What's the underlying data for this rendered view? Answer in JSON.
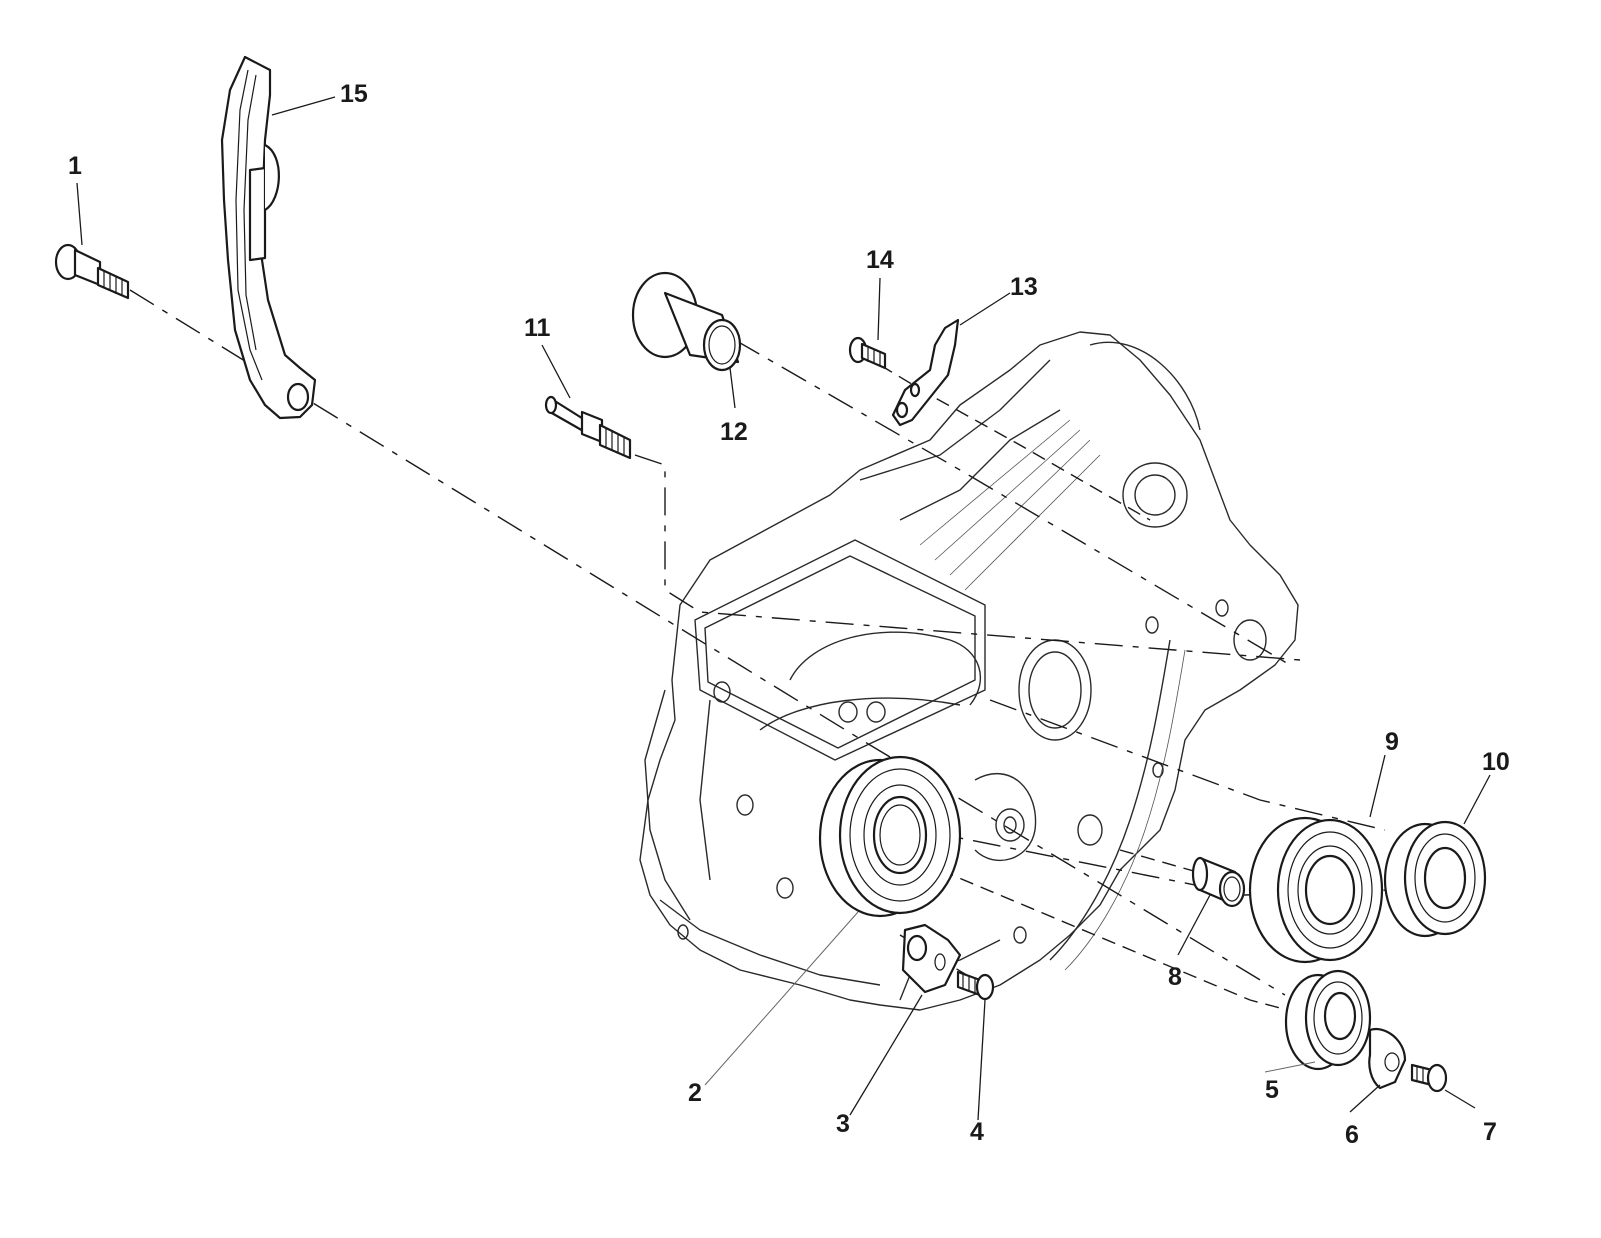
{
  "diagram": {
    "type": "exploded-parts-diagram",
    "subject": "crankcase half with bearings, bushing and chain guide",
    "callouts": [
      {
        "id": "1",
        "label": "1",
        "part": "shoulder-bolt"
      },
      {
        "id": "2",
        "label": "2",
        "part": "main-bearing-large"
      },
      {
        "id": "3",
        "label": "3",
        "part": "retainer-plate"
      },
      {
        "id": "4",
        "label": "4",
        "part": "countersunk-screw"
      },
      {
        "id": "5",
        "label": "5",
        "part": "oil-seal-bearing"
      },
      {
        "id": "6",
        "label": "6",
        "part": "retainer-plate"
      },
      {
        "id": "7",
        "label": "7",
        "part": "countersunk-screw"
      },
      {
        "id": "8",
        "label": "8",
        "part": "dowel-bushing"
      },
      {
        "id": "9",
        "label": "9",
        "part": "ball-bearing"
      },
      {
        "id": "10",
        "label": "10",
        "part": "ball-bearing"
      },
      {
        "id": "11",
        "label": "11",
        "part": "stud-bolt"
      },
      {
        "id": "12",
        "label": "12",
        "part": "flanged-bushing"
      },
      {
        "id": "13",
        "label": "13",
        "part": "bracket-plate"
      },
      {
        "id": "14",
        "label": "14",
        "part": "screw"
      },
      {
        "id": "15",
        "label": "15",
        "part": "chain-guide"
      }
    ],
    "colors": {
      "line": "#1a1a1a",
      "background": "#ffffff"
    }
  }
}
